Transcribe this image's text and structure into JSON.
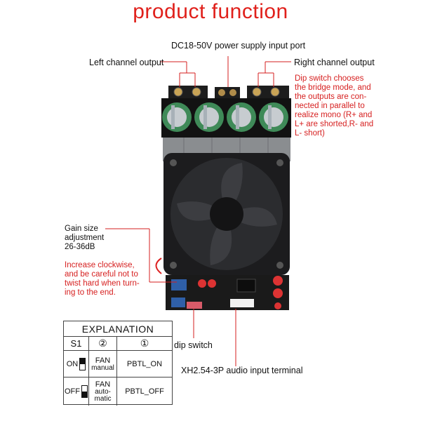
{
  "title": "product function",
  "labels": {
    "power_port": "DC18-50V power supply input port",
    "left_output": "Left channel output",
    "right_output": "Right channel output",
    "dip_note": [
      "Dip switch chooses",
      "the bridge mode, and",
      "the outputs are con-",
      "nected in parallel to",
      "realize mono (R+ and",
      "L+ are shorted,R- and",
      "L- short)"
    ],
    "gain_title": [
      "Gain size",
      "adjustment",
      "26-36dB"
    ],
    "gain_note": [
      "Increase clockwise,",
      "and be careful not to",
      "twist hard when turn-",
      "ing to the end."
    ],
    "dip_switch": "dip switch",
    "audio_input": "XH2.54-3P audio input terminal"
  },
  "explanation": {
    "title": "EXPLANATION",
    "header": [
      "S1",
      "②",
      "①"
    ],
    "rows": [
      {
        "state": "ON",
        "fan_line1": "FAN",
        "fan_line2": "manual",
        "fan_line3": "",
        "pbtl": "PBTL_ON"
      },
      {
        "state": "OFF",
        "fan_line1": "FAN",
        "fan_line2": "auto-",
        "fan_line3": "matic",
        "pbtl": "PBTL_OFF"
      }
    ]
  },
  "colors": {
    "title": "#e0201b",
    "callout_line": "#d61f1f",
    "note_text": "#d61f1f",
    "heatsink": "#8a8d90",
    "fan": "#1c1c1e",
    "capacitor": "#3f8a58",
    "pcb": "#1a1a1a"
  }
}
